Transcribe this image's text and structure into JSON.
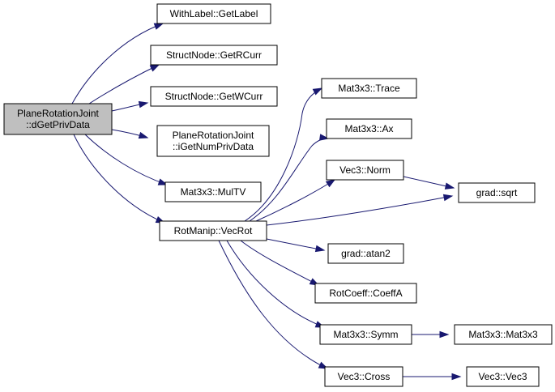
{
  "root": {
    "id": "root",
    "lines": [
      "PlaneRotationJoint",
      "::dGetPrivData"
    ]
  },
  "nodes": [
    {
      "id": "getlabel",
      "lines": [
        "WithLabel::GetLabel"
      ]
    },
    {
      "id": "getrcurr",
      "lines": [
        "StructNode::GetRCurr"
      ]
    },
    {
      "id": "getwcurr",
      "lines": [
        "StructNode::GetWCurr"
      ]
    },
    {
      "id": "igetnum",
      "lines": [
        "PlaneRotationJoint",
        "::iGetNumPrivData"
      ]
    },
    {
      "id": "multv",
      "lines": [
        "Mat3x3::MulTV"
      ]
    },
    {
      "id": "vecrot",
      "lines": [
        "RotManip::VecRot"
      ]
    },
    {
      "id": "trace",
      "lines": [
        "Mat3x3::Trace"
      ]
    },
    {
      "id": "ax",
      "lines": [
        "Mat3x3::Ax"
      ]
    },
    {
      "id": "norm",
      "lines": [
        "Vec3::Norm"
      ]
    },
    {
      "id": "sqrt",
      "lines": [
        "grad::sqrt"
      ]
    },
    {
      "id": "atan2",
      "lines": [
        "grad::atan2"
      ]
    },
    {
      "id": "coeffa",
      "lines": [
        "RotCoeff::CoeffA"
      ]
    },
    {
      "id": "symm",
      "lines": [
        "Mat3x3::Symm"
      ]
    },
    {
      "id": "mat3x3",
      "lines": [
        "Mat3x3::Mat3x3"
      ]
    },
    {
      "id": "cross",
      "lines": [
        "Vec3::Cross"
      ]
    },
    {
      "id": "vec3",
      "lines": [
        "Vec3::Vec3"
      ]
    }
  ],
  "edges": [
    {
      "from": "root",
      "to": "getlabel"
    },
    {
      "from": "root",
      "to": "getrcurr"
    },
    {
      "from": "root",
      "to": "getwcurr"
    },
    {
      "from": "root",
      "to": "igetnum"
    },
    {
      "from": "root",
      "to": "multv"
    },
    {
      "from": "root",
      "to": "vecrot"
    },
    {
      "from": "vecrot",
      "to": "trace"
    },
    {
      "from": "vecrot",
      "to": "ax"
    },
    {
      "from": "vecrot",
      "to": "norm"
    },
    {
      "from": "vecrot",
      "to": "sqrt"
    },
    {
      "from": "vecrot",
      "to": "atan2"
    },
    {
      "from": "vecrot",
      "to": "coeffa"
    },
    {
      "from": "vecrot",
      "to": "symm"
    },
    {
      "from": "vecrot",
      "to": "cross"
    },
    {
      "from": "norm",
      "to": "sqrt"
    },
    {
      "from": "symm",
      "to": "mat3x3"
    },
    {
      "from": "cross",
      "to": "vec3"
    }
  ],
  "colors": {
    "edge": "#191970",
    "root_fill": "#bfbfbf",
    "node_fill": "#ffffff",
    "node_stroke": "#000000"
  }
}
